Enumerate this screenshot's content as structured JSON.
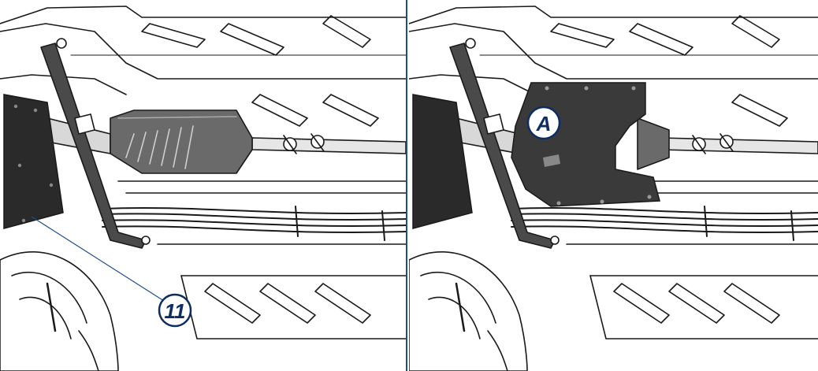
{
  "panels": [
    {
      "id": "left",
      "callout_label": "11"
    },
    {
      "id": "right",
      "callout_label": "A"
    }
  ],
  "colors": {
    "line": "#1a1a1a",
    "panel_fill": "#2a2a2a",
    "callout_ring": "#0d2d63",
    "frame": "#1a4f8a"
  }
}
